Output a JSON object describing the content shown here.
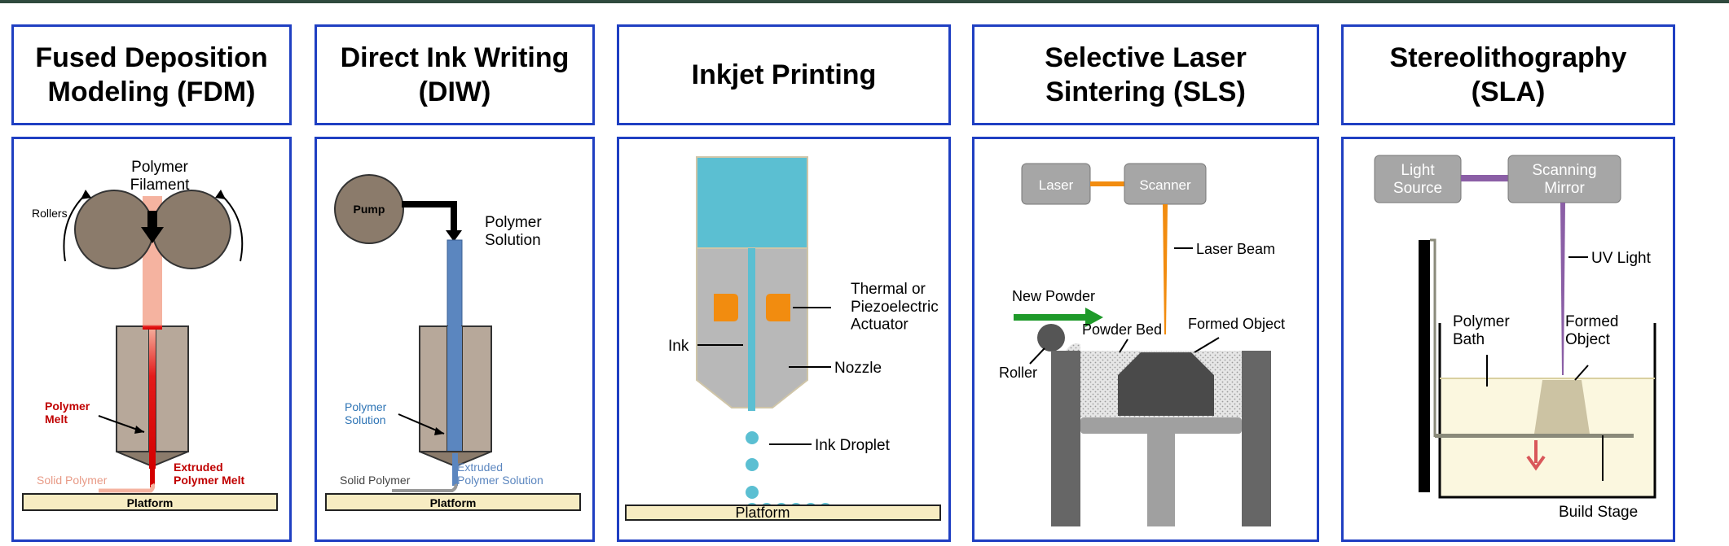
{
  "panels": [
    {
      "title": "Fused Deposition\nModeling (FDM)",
      "labels": {
        "filament": "Polymer\nFilament",
        "rollers": "Rollers",
        "melt": "Polymer\nMelt",
        "solid": "Solid Polymer",
        "extruded": "Extruded\nPolymer  Melt",
        "platform": "Platform"
      }
    },
    {
      "title": "Direct Ink Writing\n(DIW)",
      "labels": {
        "pump": "Pump",
        "solution_top": "Polymer\nSolution",
        "solution_left": "Polymer\nSolution",
        "solid": "Solid Polymer",
        "extruded": "Extruded\nPolymer  Solution",
        "platform": "Platform"
      }
    },
    {
      "title": "Inkjet Printing",
      "labels": {
        "actuator": "Thermal or\nPiezoelectric\nActuator",
        "ink": "Ink",
        "nozzle": "Nozzle",
        "droplet": "Ink Droplet",
        "platform": "Platform"
      }
    },
    {
      "title": "Selective Laser\nSintering (SLS)",
      "labels": {
        "laser": "Laser",
        "scanner": "Scanner",
        "beam": "Laser Beam",
        "new_powder": "New Powder",
        "powder_bed": "Powder Bed",
        "formed": "Formed Object",
        "roller": "Roller"
      }
    },
    {
      "title": "Stereolithography\n(SLA)",
      "labels": {
        "light_source": "Light\nSource",
        "mirror": "Scanning\nMirror",
        "uv": "UV Light",
        "bath": "Polymer\nBath",
        "formed": "Formed\nObject",
        "build_stage": "Build Stage"
      }
    }
  ],
  "colors": {
    "frame": "#1f3fc2",
    "roller": "#8b7b6b",
    "nozzle_body": "#b7a89a",
    "melt": "#e41b1b",
    "filament": "#f5b3a0",
    "diw_solution": "#5b86bf",
    "ink": "#5bbfd2",
    "actuator": "#f28c0f",
    "platform": "#f7ecc2",
    "laser_beam": "#f28c0f",
    "uv_beam": "#8b5fa6",
    "sla_bath": "#fbf7df",
    "green_arrow": "#1f9a2a"
  }
}
